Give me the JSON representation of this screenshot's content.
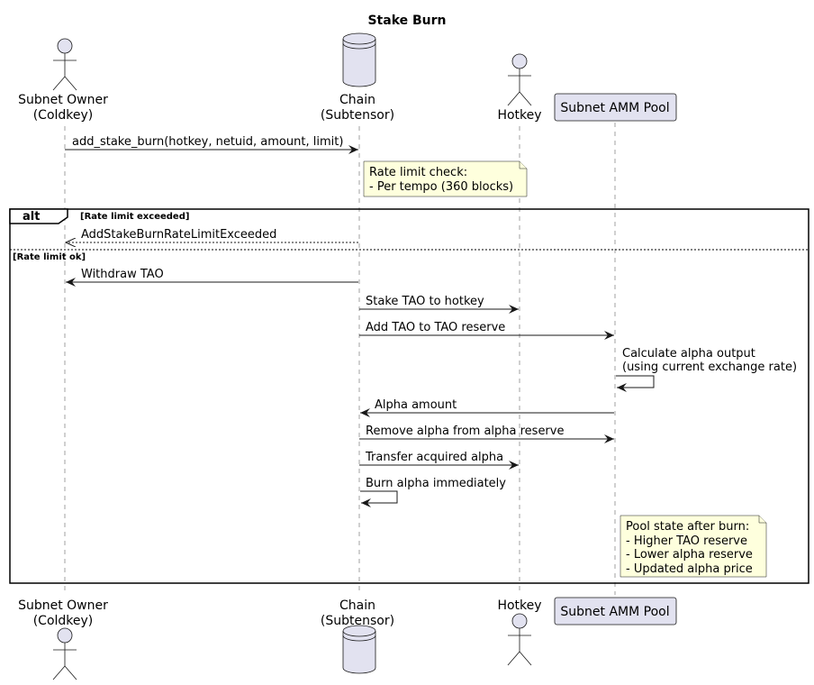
{
  "title": "Stake Burn",
  "participants": {
    "owner": {
      "line1": "Subnet Owner",
      "line2": "(Coldkey)",
      "kind": "actor"
    },
    "chain": {
      "line1": "Chain",
      "line2": "(Subtensor)",
      "kind": "database"
    },
    "hotkey": {
      "line1": "Hotkey",
      "kind": "actor"
    },
    "pool": {
      "line1": "Subnet AMM Pool",
      "kind": "participant"
    }
  },
  "messages": {
    "m1": "add_stake_burn(hotkey, netuid, amount, limit)",
    "m2": "AddStakeBurnRateLimitExceeded",
    "m3": "Withdraw TAO",
    "m4": "Stake TAO to hotkey",
    "m5": "Add TAO to TAO reserve",
    "m6_line1": "Calculate alpha output",
    "m6_line2": "(using current exchange rate)",
    "m7": "Alpha amount",
    "m8": "Remove alpha from alpha reserve",
    "m9": "Transfer acquired alpha",
    "m10": "Burn alpha immediately"
  },
  "notes": {
    "rate_limit": {
      "line1": "Rate limit check:",
      "line2": "- Per tempo (360 blocks)"
    },
    "pool_state": {
      "line1": "Pool state after burn:",
      "line2": "- Higher TAO reserve",
      "line3": "- Lower alpha reserve",
      "line4": "- Updated alpha price"
    }
  },
  "alt": {
    "label": "alt",
    "guard1": "[Rate limit exceeded]",
    "guard2": "[Rate limit ok]"
  },
  "colors": {
    "participant_fill": "#E2E2F0",
    "note_fill": "#FEFFDD",
    "line": "#181818"
  }
}
